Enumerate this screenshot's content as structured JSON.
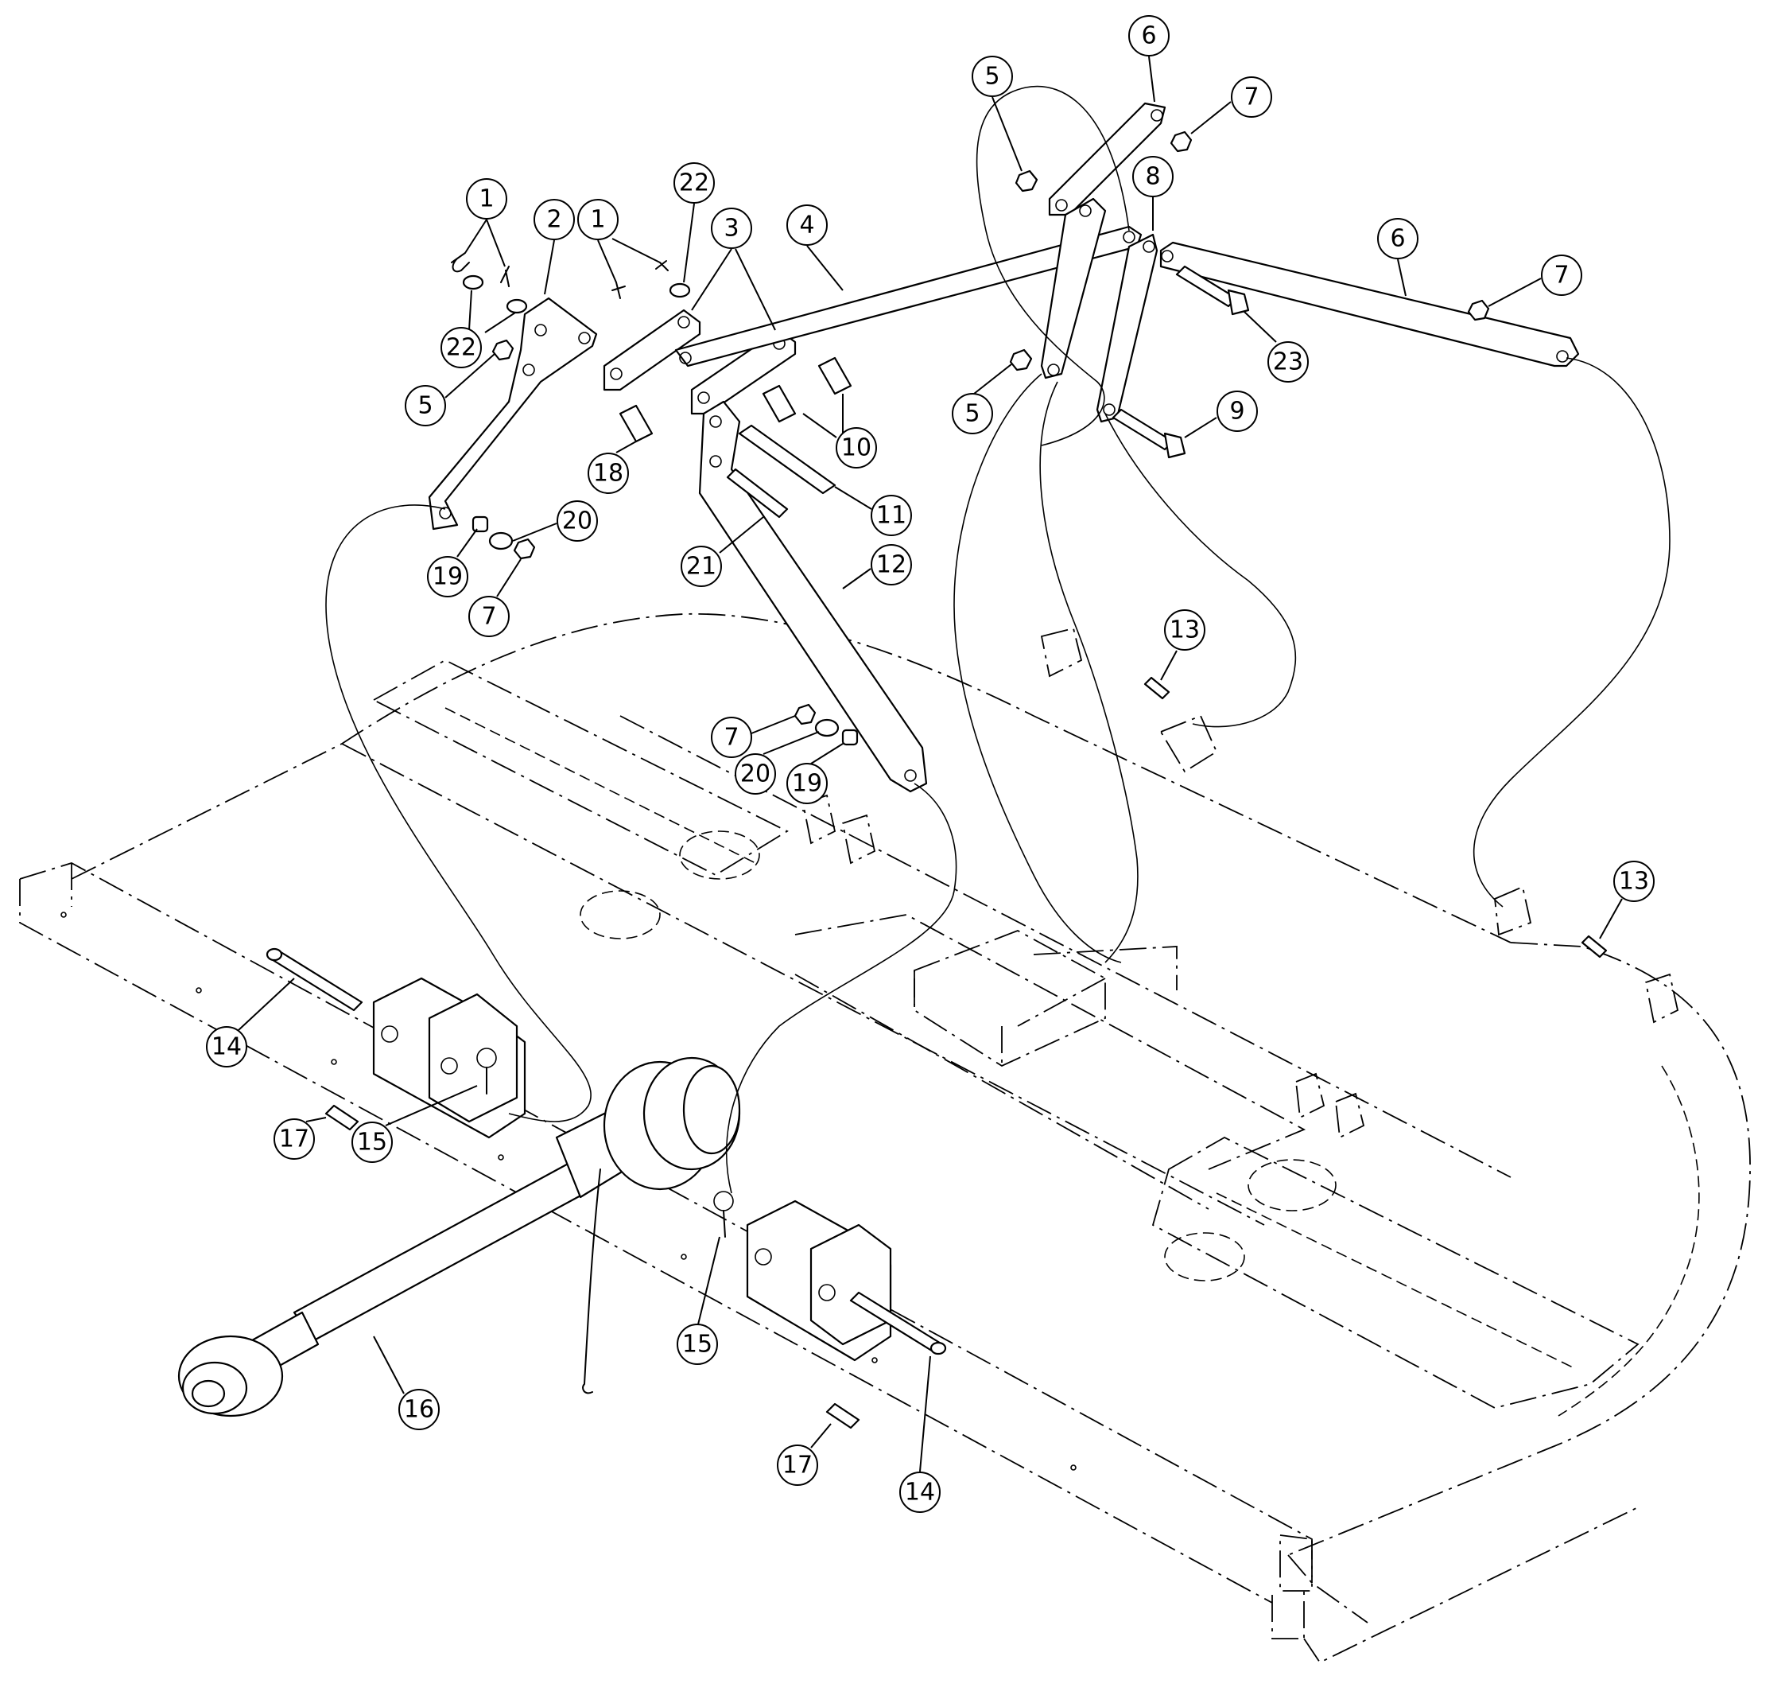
{
  "callouts": [
    {
      "num": "1"
    },
    {
      "num": "2"
    },
    {
      "num": "1"
    },
    {
      "num": "22"
    },
    {
      "num": "3"
    },
    {
      "num": "4"
    },
    {
      "num": "5"
    },
    {
      "num": "6"
    },
    {
      "num": "7"
    },
    {
      "num": "8"
    },
    {
      "num": "6"
    },
    {
      "num": "7"
    },
    {
      "num": "22"
    },
    {
      "num": "5"
    },
    {
      "num": "10"
    },
    {
      "num": "18"
    },
    {
      "num": "11"
    },
    {
      "num": "5"
    },
    {
      "num": "9"
    },
    {
      "num": "23"
    },
    {
      "num": "20"
    },
    {
      "num": "19"
    },
    {
      "num": "7"
    },
    {
      "num": "21"
    },
    {
      "num": "12"
    },
    {
      "num": "13"
    },
    {
      "num": "7"
    },
    {
      "num": "20"
    },
    {
      "num": "19"
    },
    {
      "num": "13"
    },
    {
      "num": "14"
    },
    {
      "num": "17"
    },
    {
      "num": "15"
    },
    {
      "num": "15"
    },
    {
      "num": "16"
    },
    {
      "num": "17"
    },
    {
      "num": "14"
    }
  ]
}
